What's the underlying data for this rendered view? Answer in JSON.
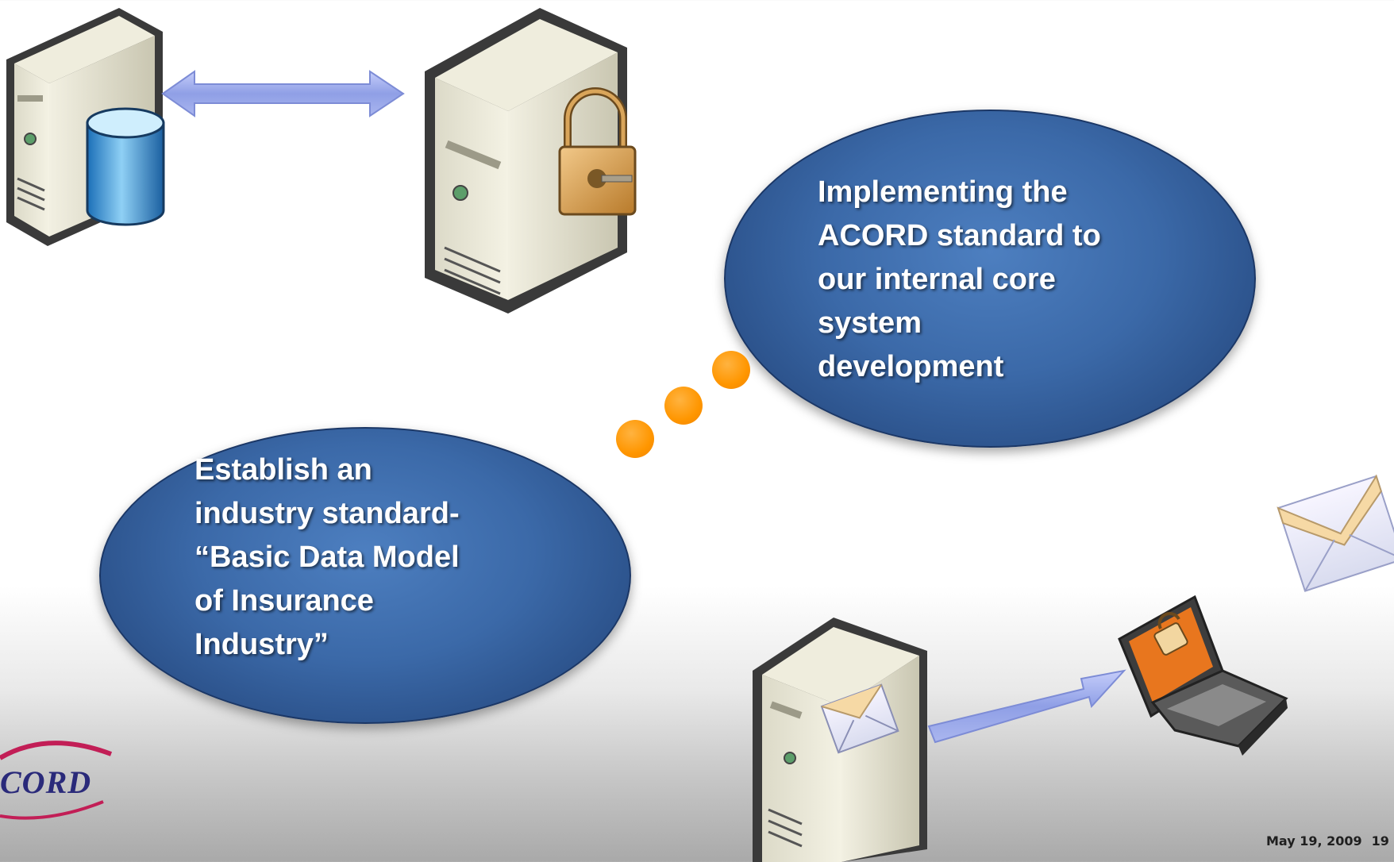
{
  "bubbles": [
    {
      "lines": [
        "Implementing the",
        "ACORD standard to",
        "our internal core",
        "system",
        "development"
      ]
    },
    {
      "lines": [
        "Establish an",
        "industry standard-",
        "“Basic Data Model",
        "of Insurance",
        "Industry”"
      ]
    }
  ],
  "footer": {
    "date": "May 19, 2009",
    "page": "19"
  },
  "logo": {
    "text": "CORD"
  },
  "icons": [
    "database-server-icon",
    "secure-server-icon",
    "mail-server-icon",
    "secure-laptop-icon",
    "envelope-icon",
    "double-arrow-icon",
    "arrow-right-icon"
  ],
  "colors": {
    "bubble": "#3b69a8",
    "dots": "#ff9600",
    "arrow": "#9aa8e8"
  }
}
